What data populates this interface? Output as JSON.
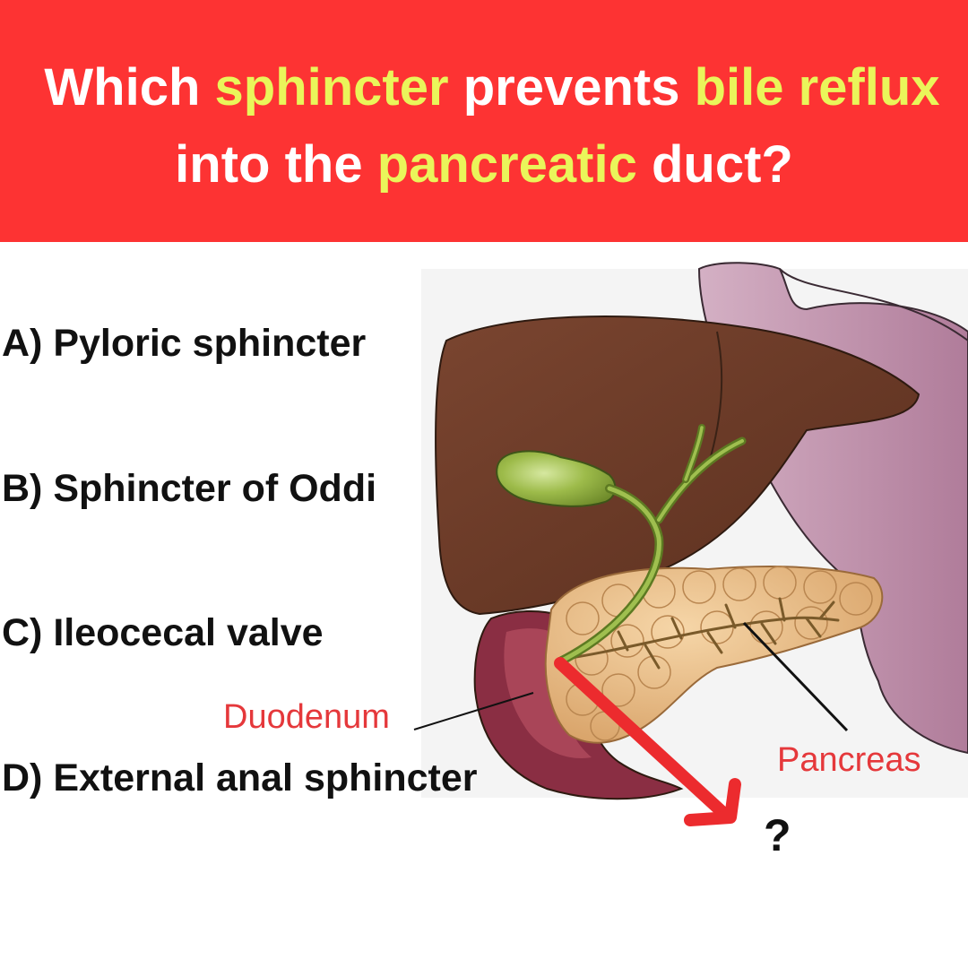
{
  "question": {
    "line1": [
      "Which ",
      "sphincter",
      " prevents ",
      "bile reflux"
    ],
    "line2": [
      "into the ",
      "pancreatic",
      " duct?"
    ]
  },
  "options": {
    "a": "A) Pyloric sphincter",
    "b": "B) Sphincter of Oddi",
    "c": "C) Ileocecal valve",
    "d": "D) External anal sphincter"
  },
  "labels": {
    "duodenum": "Duodenum",
    "pancreas": "Pancreas",
    "question_mark": "?"
  },
  "colors": {
    "banner": "#fd3333",
    "highlight": "#eaf55a",
    "label": "#e5383b",
    "arrow": "#ec2b2e",
    "liver": "#6b3a26",
    "stomach": "#c79ab3",
    "gallbladder": "#8fae3e",
    "pancreas": "#e9b97f",
    "duodenum": "#8a2e43"
  }
}
